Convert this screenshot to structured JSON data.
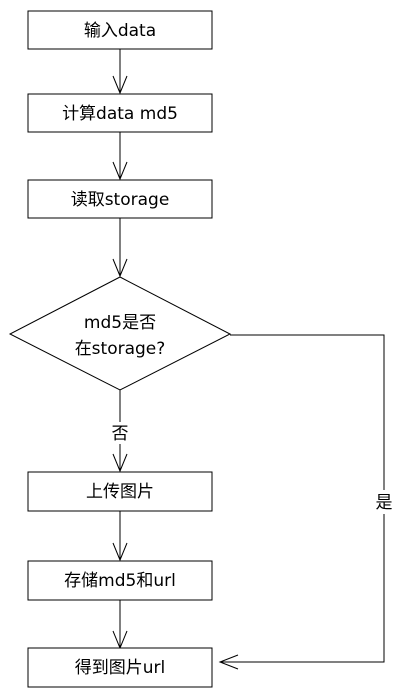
{
  "flowchart": {
    "nodes": {
      "input": "输入data",
      "compute": "计算data md5",
      "read": "读取storage",
      "decision_line1": "md5是否",
      "decision_line2": "在storage?",
      "upload": "上传图片",
      "store": "存储md5和url",
      "result": "得到图片url"
    },
    "edge_labels": {
      "no": "否",
      "yes": "是"
    }
  }
}
